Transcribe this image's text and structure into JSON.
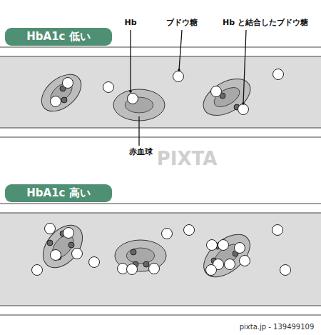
{
  "diagram": {
    "nodes": [
      {
        "text": [
          "HbA1c 低い"
        ]
      },
      {
        "text": [
          "HbA1c 高い"
        ]
      }
    ],
    "labels": [
      "Hb",
      "ブドウ糖",
      "Hb と結合したブドウ糖",
      "赤血球",
      "PIXTA",
      "pixta.jp - 139499109"
    ]
  }
}
